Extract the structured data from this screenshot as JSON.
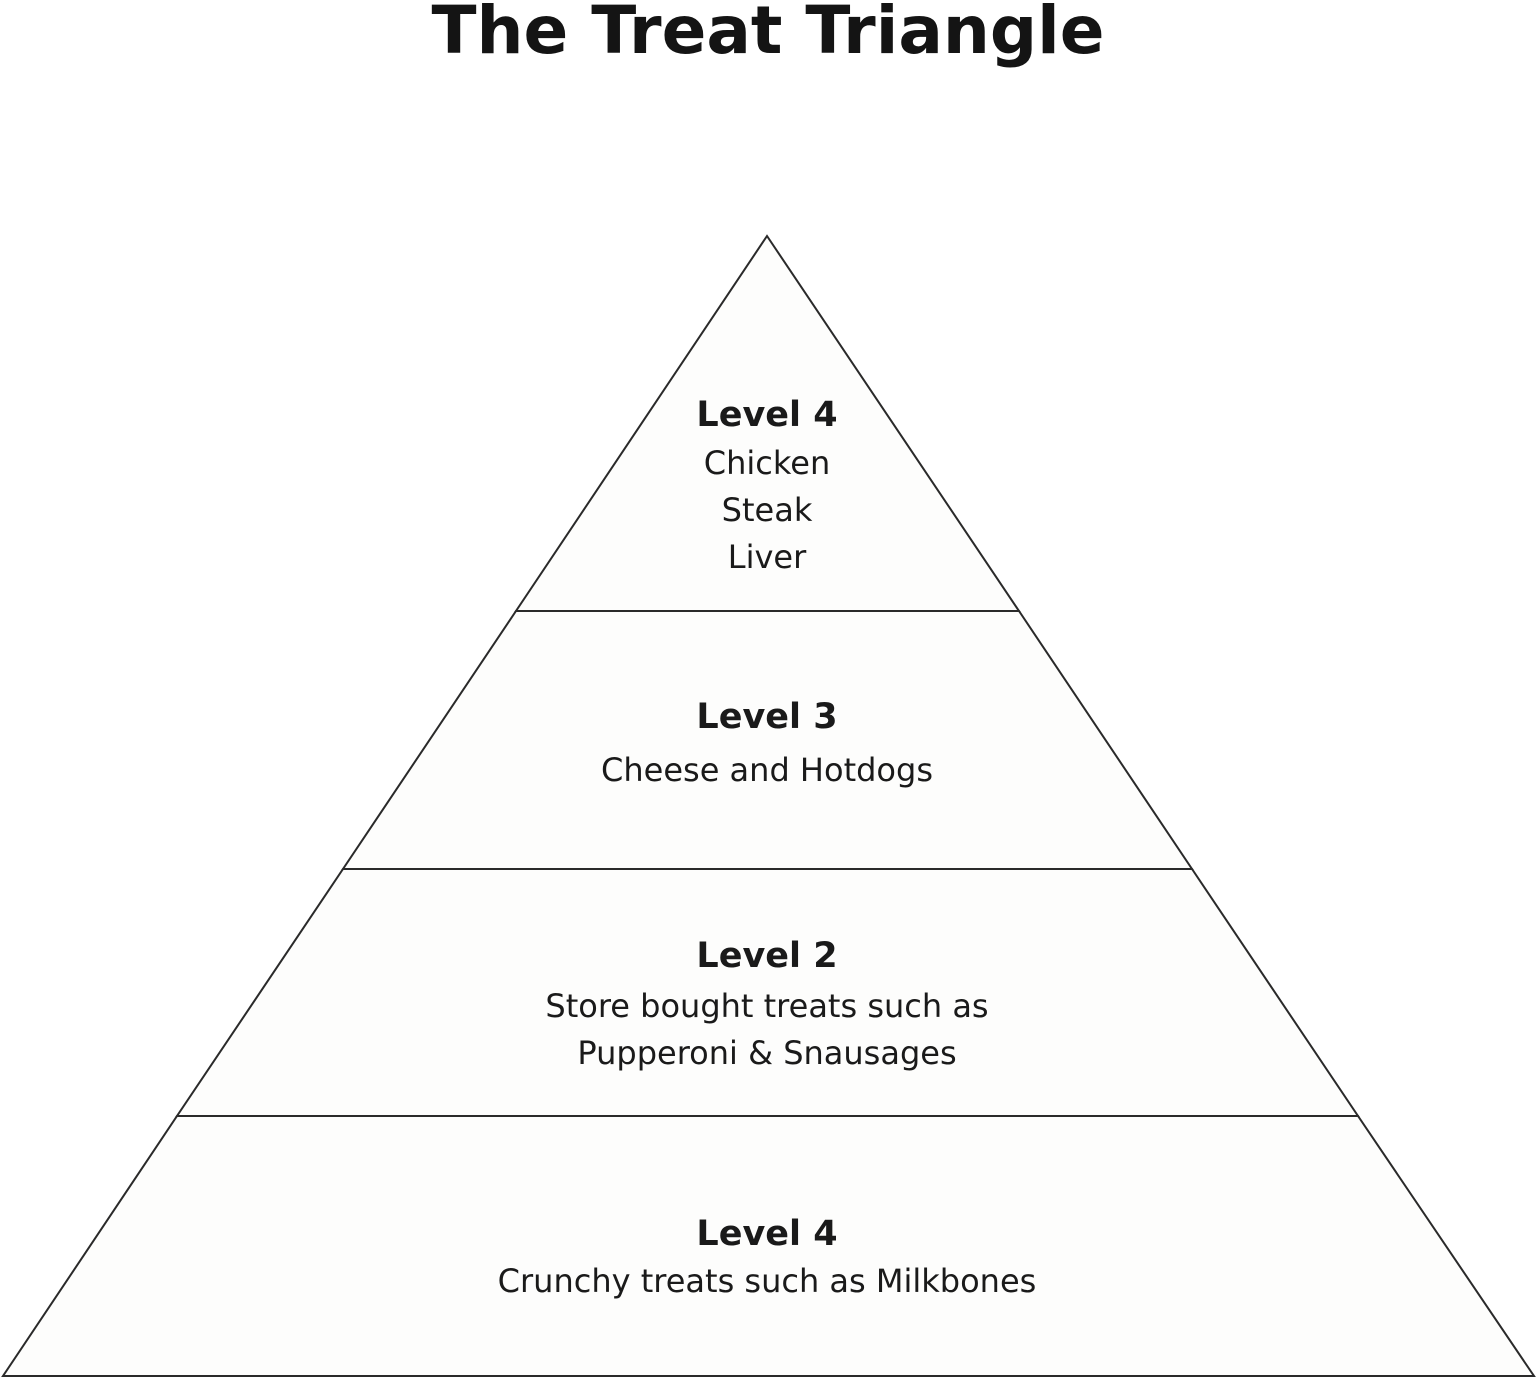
{
  "title": "The Treat Triangle",
  "colors": {
    "fill": "#fdfdfc",
    "stroke": "#2a2a2a",
    "text": "#1a1a1a"
  },
  "levels": [
    {
      "heading": "Level 4",
      "lines": [
        "Chicken",
        "Steak",
        "Liver"
      ]
    },
    {
      "heading": "Level 3",
      "lines": [
        "Cheese and Hotdogs"
      ]
    },
    {
      "heading": "Level 2",
      "lines": [
        "Store bought treats such as",
        "Pupperoni & Snausages"
      ]
    },
    {
      "heading": "Level 4",
      "lines": [
        "Crunchy treats such as Milkbones"
      ]
    }
  ]
}
